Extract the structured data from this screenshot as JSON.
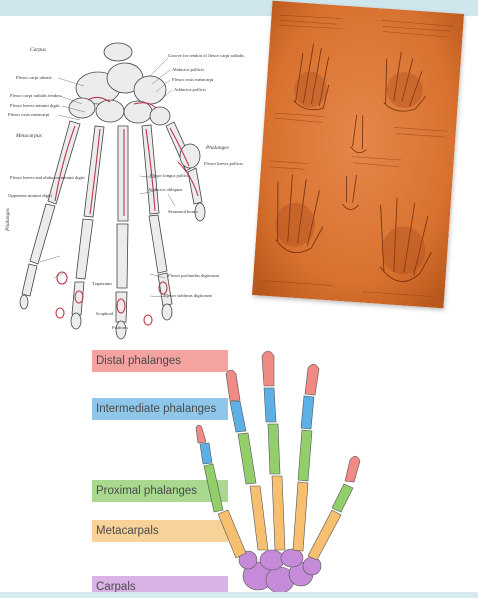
{
  "engraving": {
    "labels": {
      "carpus": "Carpus",
      "metacarpus": "Metacarpus",
      "phalanges": "Phalanges",
      "thumb": "Phalanges",
      "l1": "Flexor carpi ulnaris",
      "l2": "Flexor carpi radialis tendon",
      "l3": "Flexor brevis minimi digiti",
      "l4": "Flexor ossis metacarpi",
      "l5": "Groove for tendon of flexor carpi radialis",
      "l6": "Abductor pollicis",
      "l7": "Flexor ossis metacarpi",
      "l8": "Adductor pollicis",
      "l9": "Flexor brevis pollicis",
      "l10": "Flexor longus pollicis",
      "l11": "Flexor sublimis digitorum",
      "l12": "Flexor profundus digitorum",
      "l13": "Sesamoid bones",
      "l14": "Adductor obliquus",
      "l15": "Flexor brevis and abductor minimi digiti",
      "l16": "Opponens minimi digiti",
      "l17": "Trapezium",
      "l18": "Scaphoid",
      "l19": "Pisiform"
    }
  },
  "sketch": {},
  "diagram": {
    "labels": [
      {
        "key": "distal",
        "text": "Distal phalanges",
        "color": "#f4a3a0"
      },
      {
        "key": "intermediate",
        "text": "Intermediate phalanges",
        "color": "#8fc7ea"
      },
      {
        "key": "proximal",
        "text": "Proximal phalanges",
        "color": "#a9d98f"
      },
      {
        "key": "metacarpals",
        "text": "Metacarpals",
        "color": "#f9d29a"
      },
      {
        "key": "carpals",
        "text": "Carpals",
        "color": "#d9b3e6"
      }
    ],
    "bone_colors": {
      "distal": "#f08a84",
      "intermediate": "#5cb0e6",
      "proximal": "#92cf6a",
      "metacarpals": "#f7c070",
      "carpals": "#c58bd8"
    }
  }
}
